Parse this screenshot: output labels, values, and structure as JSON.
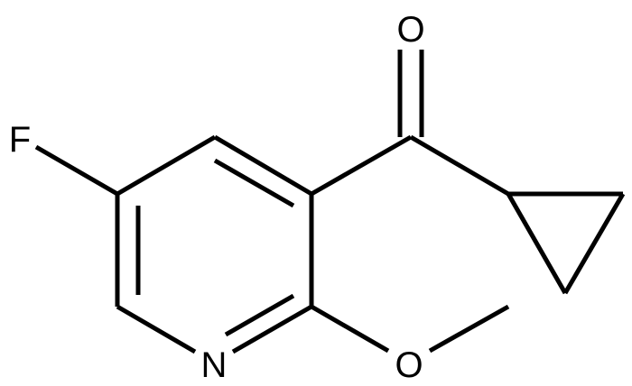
{
  "molecule": {
    "atoms": {
      "oxygen_carbonyl": "O",
      "fluorine": "F",
      "nitrogen": "N",
      "oxygen_methoxy": "O"
    },
    "line_color": "#000000",
    "background_color": "#ffffff"
  }
}
